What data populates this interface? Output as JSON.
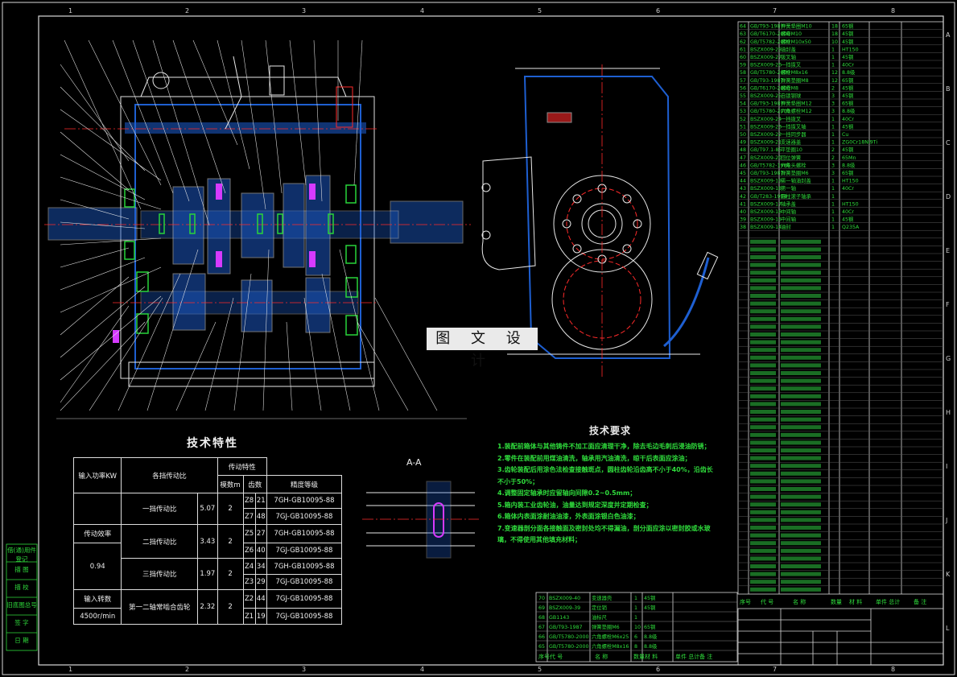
{
  "watermark": "图 文 设 计",
  "spec_title": "技术特性",
  "section_label": "A-A",
  "req_title": "技术要求",
  "spec_table": {
    "headers": {
      "power": "输入功率KW",
      "ratio_col": "各挡传动比",
      "gear_chars": "传动特性",
      "module": "模数m",
      "teeth": "齿数",
      "grade": "精度等级"
    },
    "rows": [
      {
        "label": "一挡传动比",
        "ratio": "5.07",
        "module": "2",
        "gears": [
          {
            "z": "Z8",
            "n": "21",
            "g": "7GH-GB10095-88"
          },
          {
            "z": "Z7",
            "n": "48",
            "g": "7GJ-GB10095-88"
          }
        ]
      },
      {
        "label": "二挡传动比",
        "ratio": "3.43",
        "module": "2",
        "gears": [
          {
            "z": "Z5",
            "n": "27",
            "g": "7GH-GB10095-88"
          },
          {
            "z": "Z6",
            "n": "40",
            "g": "7GJ-GB10095-88"
          }
        ]
      },
      {
        "label": "三挡传动比",
        "ratio": "1.97",
        "module": "2",
        "gears": [
          {
            "z": "Z4",
            "n": "34",
            "g": "7GH-GB10095-88"
          },
          {
            "z": "Z3",
            "n": "29",
            "g": "7GJ-GB10095-88"
          }
        ]
      },
      {
        "label": "第一二轴常啮合齿轮",
        "ratio": "2.32",
        "module": "2",
        "gears": [
          {
            "z": "Z2",
            "n": "44",
            "g": "7GJ-GB10095-88"
          },
          {
            "z": "Z1",
            "n": "19",
            "g": "7GJ-GB10095-88"
          }
        ]
      }
    ],
    "left_cells": [
      "传动效率",
      "0.94",
      "输入转数",
      "4500r/min"
    ]
  },
  "requirements": [
    "1.装配前箱体与其他铸件不加工面应清理干净，除去毛边毛刺后浸油防锈；",
    "2.零件在装配前用煤油清洗，轴承用汽油清洗，晾干后表面应涂油；",
    "3.齿轮装配后用涂色法检查接触斑点，圆柱齿轮沿齿高不小于40%，沿齿长",
    "不小于50%；",
    "4.调整固定轴承时应留轴向间隙0.2~0.5mm；",
    "5.箱内装工业齿轮油，油量达到规定深度并定期检查；",
    "6.箱体内表面涂耐油油漆，外表面涂银白色油漆；",
    "7.变速器剖分面各接触面及密封处均不得漏油，剖分面应涂以密封胶或水玻",
    "璃，不得使用其他填充材料；"
  ],
  "bom_items": [
    {
      "no": "64",
      "code": "GB/T93-1987",
      "name": "弹簧垫圈M10",
      "qty": "18",
      "mat": "65钢"
    },
    {
      "no": "63",
      "code": "GB/T6170-2000",
      "name": "螺母M10",
      "qty": "18",
      "mat": "45钢"
    },
    {
      "no": "62",
      "code": "GB/T5782-2000",
      "name": "螺栓M10x50",
      "qty": "10",
      "mat": "45钢"
    },
    {
      "no": "61",
      "code": "BSZX009-29",
      "name": "油封盖",
      "qty": "1",
      "mat": "HT150"
    },
    {
      "no": "60",
      "code": "BSZX009-27",
      "name": "拨叉轴",
      "qty": "1",
      "mat": "45钢"
    },
    {
      "no": "59",
      "code": "BSZX009-26",
      "name": "一挡拨叉",
      "qty": "1",
      "mat": "40Cr"
    },
    {
      "no": "58",
      "code": "GB/T5780-2000",
      "name": "螺栓M8x16",
      "qty": "12",
      "mat": "8.8级"
    },
    {
      "no": "57",
      "code": "GB/T93-1987",
      "name": "弹簧垫圈M8",
      "qty": "12",
      "mat": "65钢"
    },
    {
      "no": "56",
      "code": "GB/T6170-2000",
      "name": "螺母M8",
      "qty": "2",
      "mat": "45钢"
    },
    {
      "no": "55",
      "code": "BSZX009-25",
      "name": "自锁钢球",
      "qty": "3",
      "mat": "45钢"
    },
    {
      "no": "54",
      "code": "GB/T93-1987",
      "name": "弹簧垫圈M12",
      "qty": "3",
      "mat": "65钢"
    },
    {
      "no": "53",
      "code": "GB/T5780-2000",
      "name": "六角螺栓M12",
      "qty": "3",
      "mat": "8.8级"
    },
    {
      "no": "52",
      "code": "BSZX009-24",
      "name": "一挡拨叉",
      "qty": "1",
      "mat": "40Cr"
    },
    {
      "no": "51",
      "code": "BSZX009-23",
      "name": "一挡拨叉轴",
      "qty": "1",
      "mat": "45钢"
    },
    {
      "no": "50",
      "code": "BSZX009-22",
      "name": "一挡同步器",
      "qty": "1",
      "mat": "Cu"
    },
    {
      "no": "49",
      "code": "BSZX009-21",
      "name": "变速器盖",
      "qty": "1",
      "mat": "ZG0Cr18Ni9Ti"
    },
    {
      "no": "48",
      "code": "GB/T97.1-85",
      "name": "平垫圈10",
      "qty": "2",
      "mat": "45钢"
    },
    {
      "no": "47",
      "code": "BSZX009-20",
      "name": "回位弹簧",
      "qty": "2",
      "mat": "65Mn"
    },
    {
      "no": "46",
      "code": "GB/T5782-1986",
      "name": "六角头螺栓",
      "qty": "3",
      "mat": "8.8级"
    },
    {
      "no": "45",
      "code": "GB/T93-1987",
      "name": "弹簧垫圈M6",
      "qty": "3",
      "mat": "65钢"
    },
    {
      "no": "44",
      "code": "BSZX009-19",
      "name": "第一轴油封盖",
      "qty": "1",
      "mat": "HT150"
    },
    {
      "no": "43",
      "code": "BSZX009-18",
      "name": "第一轴",
      "qty": "1",
      "mat": "40Cr"
    },
    {
      "no": "42",
      "code": "GB/T283-1994",
      "name": "圆柱滚子轴承",
      "qty": "1",
      "mat": ""
    },
    {
      "no": "41",
      "code": "BSZX009-17",
      "name": "轴承盖",
      "qty": "1",
      "mat": "HT150"
    },
    {
      "no": "40",
      "code": "BSZX009-16",
      "name": "中间轴",
      "qty": "1",
      "mat": "40Cr"
    },
    {
      "no": "39",
      "code": "BSZX009-15",
      "name": "中间轴",
      "qty": "1",
      "mat": "45钢"
    },
    {
      "no": "38",
      "code": "BSZX009-14",
      "name": "油封",
      "qty": "1",
      "mat": "Q235A"
    }
  ],
  "bom_header": [
    "序号",
    "代 号",
    "名 称",
    "数量",
    "材 料",
    "单件 总计",
    "备 注"
  ],
  "small_bom": [
    {
      "no": "70",
      "code": "BSZX009-40",
      "name": "变速器壳",
      "qty": "1",
      "mat": "45钢"
    },
    {
      "no": "69",
      "code": "BSZX009-39",
      "name": "定位销",
      "qty": "1",
      "mat": "45钢"
    },
    {
      "no": "68",
      "code": "GB1143",
      "name": "油标尺",
      "qty": "1",
      "mat": ""
    },
    {
      "no": "67",
      "code": "GB/T93-1987",
      "name": "弹簧垫圈M6",
      "qty": "10",
      "mat": "65钢"
    },
    {
      "no": "66",
      "code": "GB/T5780-2000",
      "name": "六角螺栓M6x25",
      "qty": "6",
      "mat": "8.8级"
    },
    {
      "no": "65",
      "code": "GB/T5780-2000",
      "name": "六角螺栓M8x16",
      "qty": "8",
      "mat": "8.8级"
    }
  ],
  "sidebar_labels": [
    "借(通)用件登记",
    "描 图",
    "描 校",
    "旧底图总号",
    "签 字",
    "日 期"
  ],
  "grid_numbers": [
    "1",
    "2",
    "3",
    "4",
    "5",
    "6",
    "7",
    "8"
  ],
  "grid_letters": [
    "A",
    "B",
    "C",
    "D",
    "E",
    "F",
    "G",
    "H",
    "I",
    "J",
    "K",
    "L"
  ],
  "colors": {
    "line": "#29d43a",
    "hatch": "#29d43a",
    "body": "#1e5fd1",
    "accent": "#ff2a2a",
    "highlight": "#d63aff",
    "cyan": "#2ad6e6",
    "text": "#eeeeee"
  }
}
